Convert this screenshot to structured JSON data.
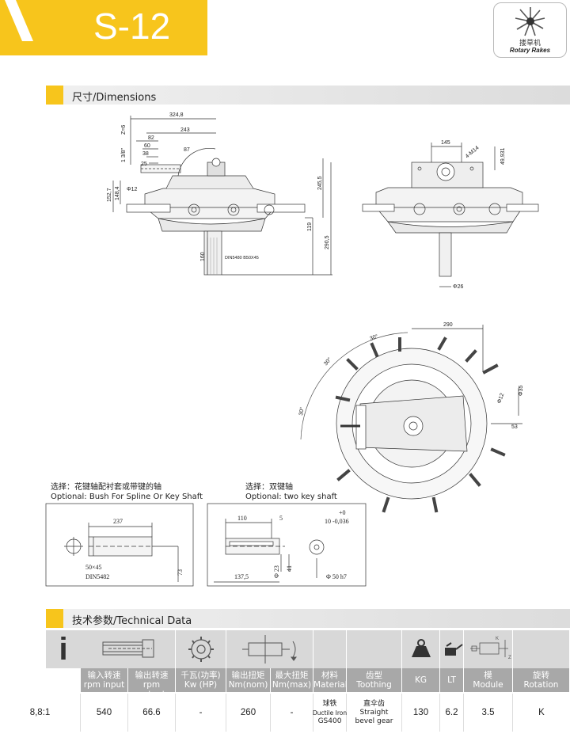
{
  "header": {
    "title": "S-12"
  },
  "logo": {
    "label_cn": "搂草机",
    "label_en": "Rotary Rakes",
    "icon": "rotary-rake-icon"
  },
  "sections": {
    "dimensions": "尺寸/Dimensions",
    "technical": "技术参数/Technical Data"
  },
  "side_view_dims": [
    "324,8",
    "243",
    "82",
    "60",
    "38",
    "25",
    "87",
    "Z=6",
    "1 3/8\"",
    "Φ12",
    "152,7",
    "148,4",
    "245,5",
    "119",
    "290,5",
    "160",
    "DIN5480 B50X45"
  ],
  "front_view_dims": [
    "145",
    "4-M14",
    "49,931",
    "Φ26"
  ],
  "top_view_dims": [
    "290",
    "30°",
    "30°",
    "30°",
    "Φ12",
    "Φ35",
    "53"
  ],
  "option1": {
    "title_cn": "选择：花键轴配衬套或带键的轴",
    "title_en": "Optional: Bush For Spline Or Key Shaft",
    "dims": [
      "237",
      "50×45",
      "DIN5482",
      "73"
    ]
  },
  "option2": {
    "title_cn": "选择：双键轴",
    "title_en": "Optional: two key shaft",
    "dims": [
      "110",
      "5",
      "+0",
      "10  -0,036",
      "137,5",
      "Φ 23",
      "41",
      "Φ 50  h7"
    ]
  },
  "table": {
    "symbol": "i",
    "icons": [
      "spline-shaft-icon",
      "gear-icon",
      "torque-icon",
      "",
      "",
      "",
      "",
      "weight-icon",
      "oil-can-icon",
      "gear-module-icon",
      ""
    ],
    "headers": [
      {
        "cn": "输入转速",
        "en": "rpm input"
      },
      {
        "cn": "输出转速",
        "en": "rpm output"
      },
      {
        "cn": "千瓦(功率)",
        "en": "Kw (HP)"
      },
      {
        "cn": "输出扭矩",
        "en": "Nm(nom)"
      },
      {
        "cn": "最大扭矩",
        "en": "Nm(max)"
      },
      {
        "cn": "材料",
        "en": "Material"
      },
      {
        "cn": "齿型",
        "en": "Toothing"
      },
      {
        "cn": "",
        "en": "KG"
      },
      {
        "cn": "",
        "en": "LT"
      },
      {
        "cn": "模",
        "en": "Module"
      },
      {
        "cn": "旋转",
        "en": "Rotation"
      }
    ],
    "row": {
      "ratio": "8,8:1",
      "rpm_input": "540",
      "rpm_output": "66.6",
      "kw": "-",
      "nm_nom": "260",
      "nm_max": "-",
      "material_cn": "球铁",
      "material_en1": "Ductile Iron",
      "material_en2": "GS400",
      "toothing_cn": "直伞齿",
      "toothing_en1": "Straight",
      "toothing_en2": "bevel gear",
      "kg": "130",
      "lt": "6.2",
      "module": "3.5",
      "rotation": "K"
    }
  },
  "colors": {
    "accent": "#f7c51c",
    "header_gray": "#a8a8a8",
    "icon_gray": "#d8d8d8"
  }
}
